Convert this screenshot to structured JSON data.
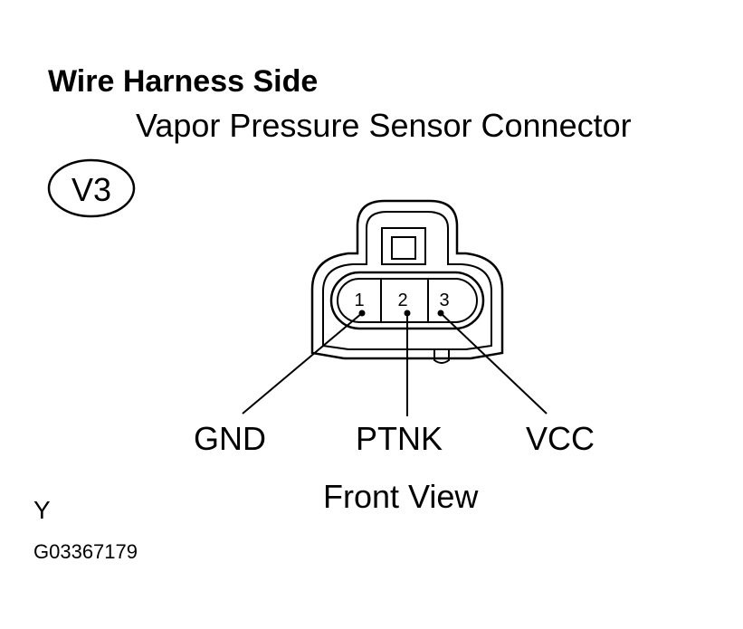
{
  "heading": "Wire Harness Side",
  "subheading": "Vapor Pressure Sensor Connector",
  "connector_code": "V3",
  "pins": [
    {
      "number": "1",
      "signal": "GND"
    },
    {
      "number": "2",
      "signal": "PTNK"
    },
    {
      "number": "3",
      "signal": "VCC"
    }
  ],
  "view_label": "Front View",
  "region_mark": "Y",
  "figure_id": "G03367179",
  "colors": {
    "line": "#000000",
    "background": "#ffffff"
  }
}
